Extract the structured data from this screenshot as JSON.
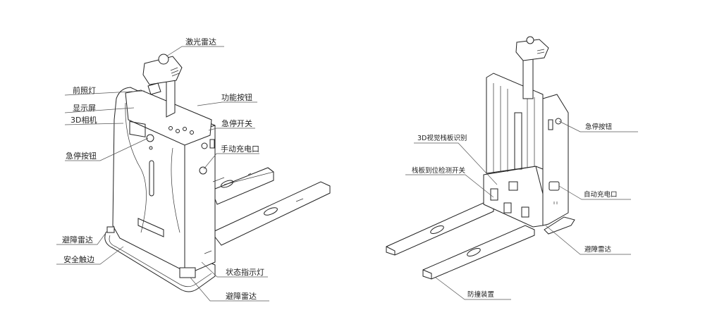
{
  "figure": {
    "left_view": {
      "name": "pallet-robot-front-view",
      "callouts": [
        {
          "id": "laser-radar",
          "text": "激光雷达"
        },
        {
          "id": "headlight",
          "text": "前照灯"
        },
        {
          "id": "display",
          "text": "显示屏"
        },
        {
          "id": "camera-3d",
          "text": "3D相机"
        },
        {
          "id": "estop-button-left",
          "text": "急停按钮"
        },
        {
          "id": "function-button",
          "text": "功能按钮"
        },
        {
          "id": "estop-switch",
          "text": "急停开关"
        },
        {
          "id": "manual-charge-port",
          "text": "手动充电口"
        },
        {
          "id": "obstacle-radar-left",
          "text": "避障雷达"
        },
        {
          "id": "safety-edge",
          "text": "安全触边"
        },
        {
          "id": "status-light",
          "text": "状态指示灯"
        },
        {
          "id": "obstacle-radar-bottom",
          "text": "避障雷达"
        }
      ]
    },
    "right_view": {
      "name": "pallet-robot-rear-view",
      "callouts": [
        {
          "id": "pallet-vision-3d",
          "text": "3D视觉栈板识别"
        },
        {
          "id": "pallet-position-switch",
          "text": "栈板到位检测开关"
        },
        {
          "id": "estop-button-right",
          "text": "急停按钮"
        },
        {
          "id": "auto-charge-port",
          "text": "自动充电口"
        },
        {
          "id": "obstacle-radar-right",
          "text": "避障雷达"
        },
        {
          "id": "anti-collision",
          "text": "防撞装置"
        }
      ]
    }
  }
}
